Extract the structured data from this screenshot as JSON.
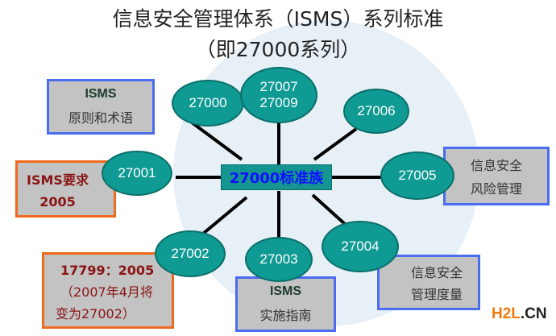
{
  "title": {
    "line1": "信息安全管理体系（ISMS）系列标准",
    "line2": "（即27000系列）"
  },
  "center_label": "27000标准族",
  "ellipses": {
    "e27000": "27000",
    "e27007": "27007",
    "e27009": "27009",
    "e27006": "27006",
    "e27001": "27001",
    "e27005": "27005",
    "e27002": "27002",
    "e27003": "27003",
    "e27004": "27004"
  },
  "boxes": {
    "b27000": {
      "line1": "ISMS",
      "line2": "原则和术语"
    },
    "b27001": {
      "line1": "ISMS要求",
      "line2": "2005"
    },
    "b27005": {
      "line1": "信息安全",
      "line2": "风险管理"
    },
    "b27002": {
      "line1": "17799：2005",
      "line2": "（2007年4月将",
      "line3": "变为27002）"
    },
    "b27003": {
      "line1": "ISMS",
      "line2": "实施指南"
    },
    "b27004": {
      "line1": "信息安全",
      "line2": "管理度量"
    }
  },
  "watermark": {
    "brand1": "H2L",
    "brand2": ".CN"
  }
}
